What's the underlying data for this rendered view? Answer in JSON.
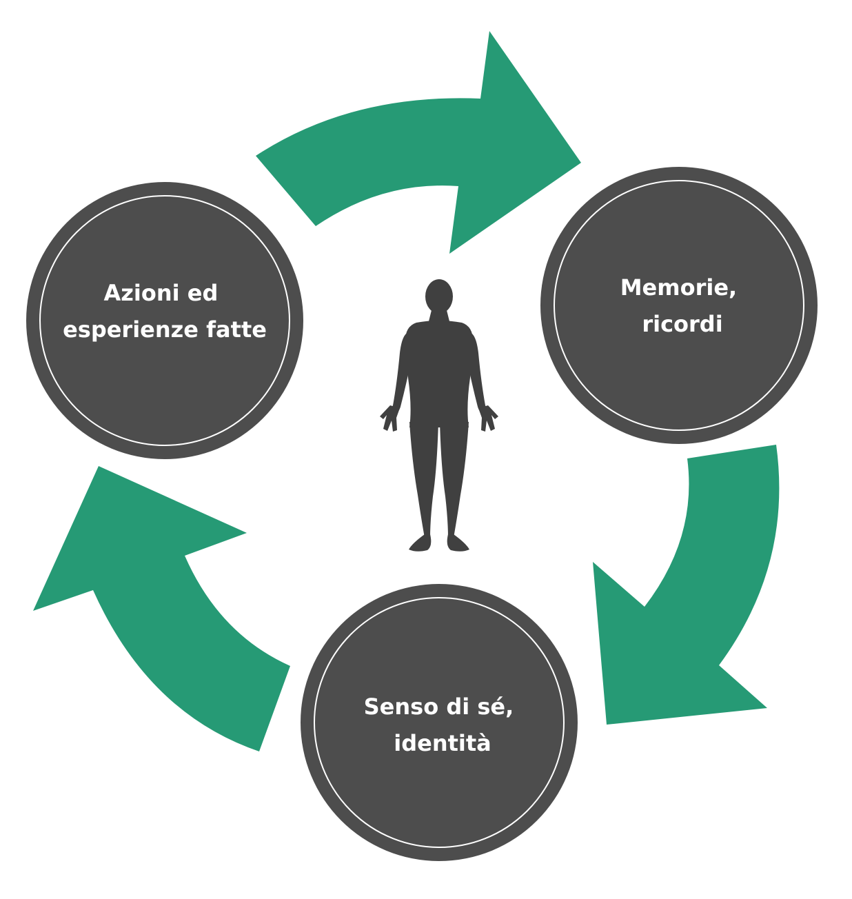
{
  "colors": {
    "arrow": "#269A75",
    "circle_fill": "#4D4D4D",
    "circle_ring": "#ffffff",
    "figure": "#404040",
    "label_text": "#ffffff",
    "background": "#ffffff"
  },
  "nodes": [
    {
      "id": "azioni",
      "lines": [
        "Azioni ed",
        "esperienze fatte"
      ]
    },
    {
      "id": "memorie",
      "lines": [
        "Memorie,",
        "ricordi"
      ]
    },
    {
      "id": "senso",
      "lines": [
        "Senso di sé,",
        "identità"
      ]
    }
  ],
  "arrows": [
    {
      "from": "azioni",
      "to": "memorie"
    },
    {
      "from": "memorie",
      "to": "senso"
    },
    {
      "from": "senso",
      "to": "azioni"
    }
  ],
  "center_icon": "human-figure-icon"
}
